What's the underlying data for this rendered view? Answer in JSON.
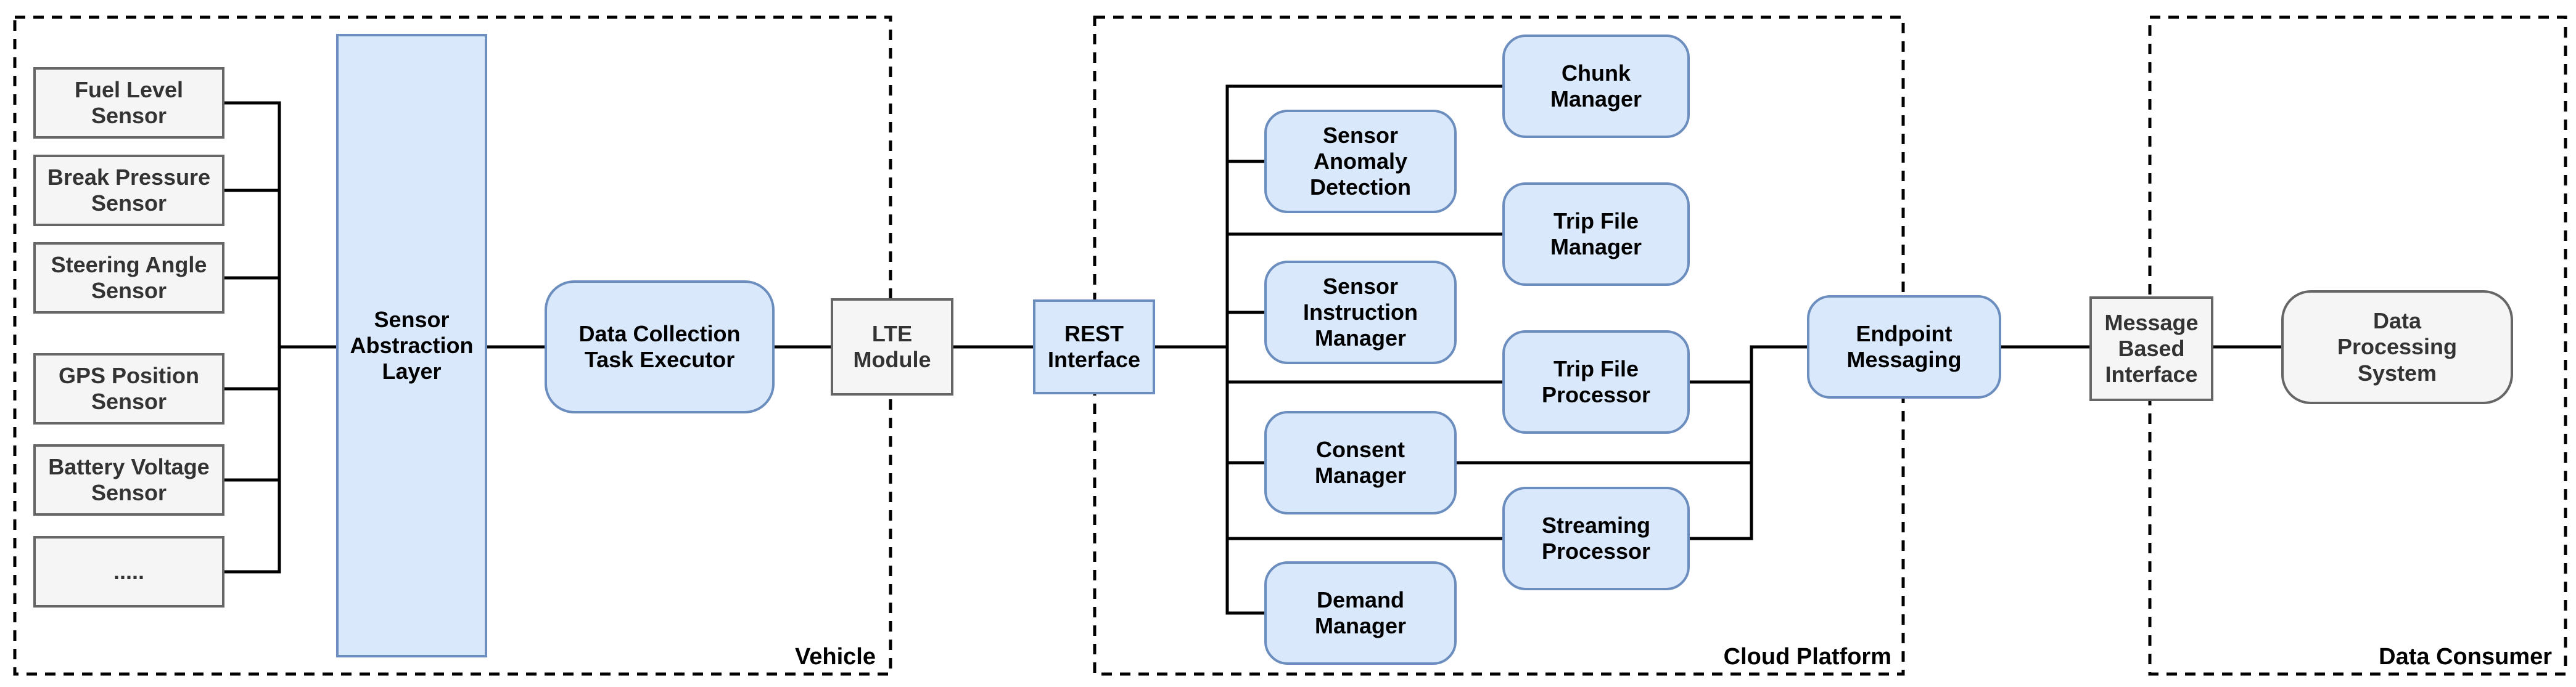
{
  "regions": {
    "vehicle": {
      "label": "Vehicle"
    },
    "cloud_platform": {
      "label": "Cloud Platform"
    },
    "data_consumer": {
      "label": "Data Consumer"
    }
  },
  "nodes": {
    "fuel_level_sensor": {
      "label": "Fuel Level\nSensor"
    },
    "break_pressure_sensor": {
      "label": "Break Pressure\nSensor"
    },
    "steering_angle_sensor": {
      "label": "Steering Angle\nSensor"
    },
    "gps_position_sensor": {
      "label": "GPS Position\nSensor"
    },
    "battery_voltage_sensor": {
      "label": "Battery Voltage\nSensor"
    },
    "more_sensors": {
      "label": "....."
    },
    "sensor_abstraction_layer": {
      "label": "Sensor\nAbstraction\nLayer"
    },
    "data_collection_task_executor": {
      "label": "Data Collection\nTask Executor"
    },
    "lte_module": {
      "label": "LTE\nModule"
    },
    "rest_interface": {
      "label": "REST\nInterface"
    },
    "chunk_manager": {
      "label": "Chunk\nManager"
    },
    "sensor_anomaly_detection": {
      "label": "Sensor\nAnomaly\nDetection"
    },
    "trip_file_manager": {
      "label": "Trip File\nManager"
    },
    "sensor_instruction_manager": {
      "label": "Sensor\nInstruction\nManager"
    },
    "trip_file_processor": {
      "label": "Trip File\nProcessor"
    },
    "consent_manager": {
      "label": "Consent\nManager"
    },
    "streaming_processor": {
      "label": "Streaming\nProcessor"
    },
    "demand_manager": {
      "label": "Demand\nManager"
    },
    "endpoint_messaging": {
      "label": "Endpoint\nMessaging"
    },
    "message_based_interface": {
      "label": "Message\nBased\nInterface"
    },
    "data_processing_system": {
      "label": "Data\nProcessing\nSystem"
    }
  },
  "colors": {
    "component_fill": "#DAE8FC",
    "component_stroke": "#6C8EBF",
    "interface_fill": "#F5F5F5",
    "interface_stroke": "#666666",
    "connector": "#000000",
    "component_text": "#000000",
    "interface_text": "#333333"
  }
}
